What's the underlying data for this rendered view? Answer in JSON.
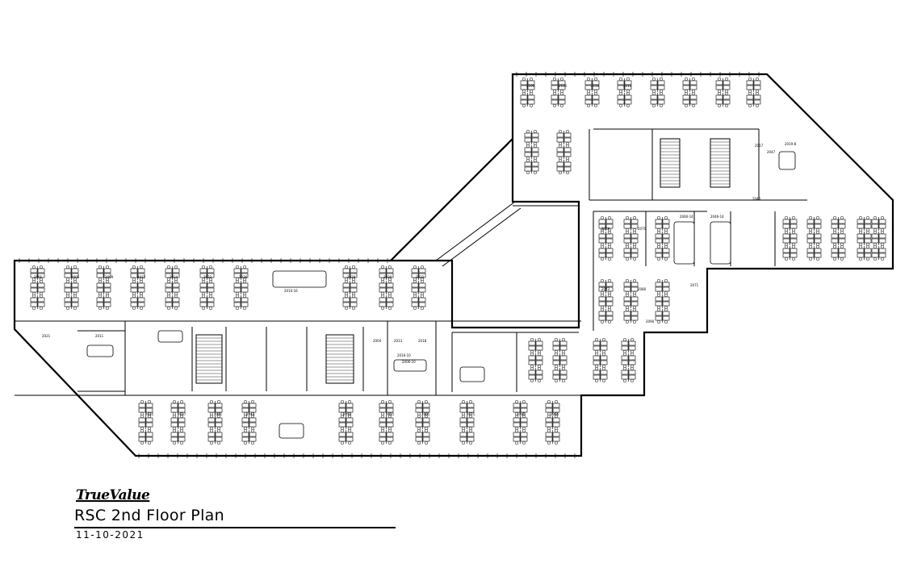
{
  "logo": {
    "text": "TrueValue"
  },
  "plan": {
    "title": "RSC 2nd Floor Plan",
    "date": "11-10-2021"
  },
  "rooms": [
    "2010-16",
    "2021",
    "2011",
    "2016-10",
    "2013",
    "2018",
    "2004",
    "2006-10",
    "2019-8",
    "2040",
    "2046-14",
    "2060-14",
    "2047",
    "2017",
    "2069",
    "2070",
    "2071",
    "2073",
    "2080",
    "2090",
    "2001",
    "2005",
    "2009",
    "2012",
    "2014",
    "2022",
    "2026",
    "2028",
    "2030",
    "2033",
    "2035",
    "2037",
    "2041",
    "2043",
    "2050",
    "2055",
    "2065",
    "2075",
    "2085",
    "2095",
    "2100",
    "2105",
    "2110",
    "2115"
  ]
}
